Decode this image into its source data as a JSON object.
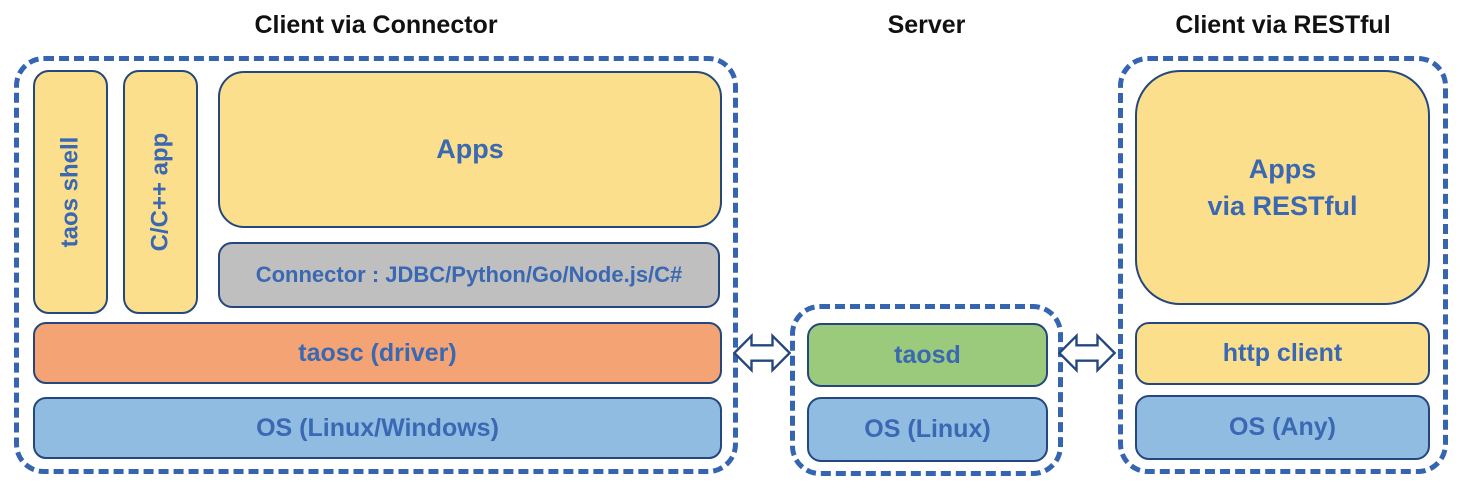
{
  "colors": {
    "dashed_border": "#3565B0",
    "box_border": "#24477E",
    "yellow": "#FBDF8C",
    "orange": "#F3A374",
    "blue": "#90BCE2",
    "green": "#9CCA7C",
    "gray": "#BFBFBF",
    "label_blue": "#3A68B2",
    "title_black": "#111111"
  },
  "sections": {
    "client_connector": {
      "title": "Client via Connector",
      "taos_shell": "taos shell",
      "cpp_app": "C/C++ app",
      "apps": "Apps",
      "connector": "Connector : JDBC/Python/Go/Node.js/C#",
      "taosc": "taosc (driver)",
      "os": "OS (Linux/Windows)"
    },
    "server": {
      "title": "Server",
      "taosd": "taosd",
      "os": "OS (Linux)"
    },
    "client_restful": {
      "title": "Client via RESTful",
      "apps_line1": "Apps",
      "apps_line2": "via RESTful",
      "http_client": "http client",
      "os": "OS (Any)"
    }
  }
}
